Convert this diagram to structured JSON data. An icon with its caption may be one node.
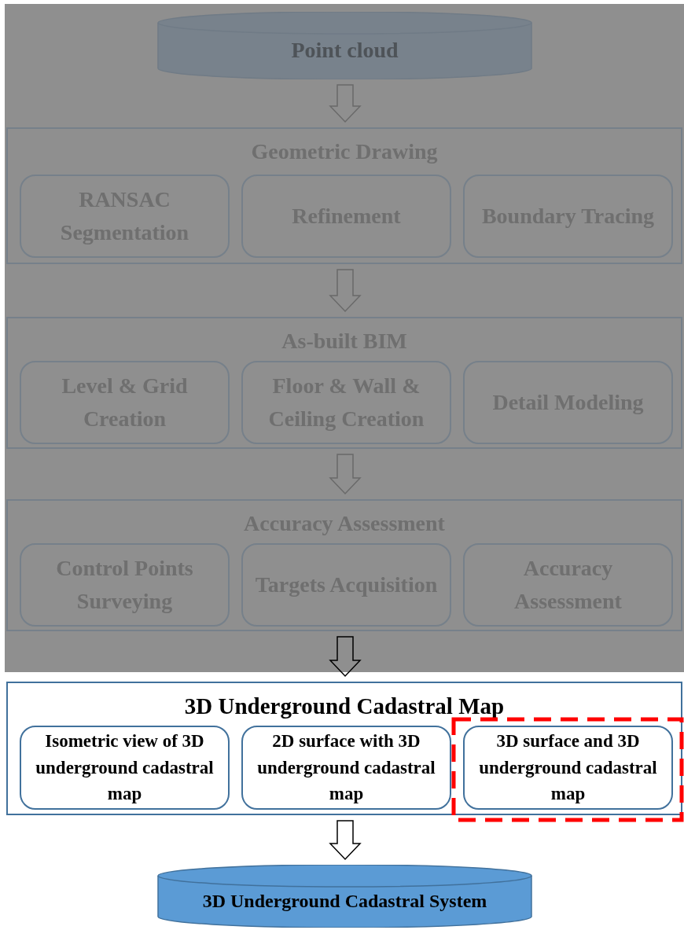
{
  "diagram": {
    "nodes": [
      {
        "text": [
          "Point cloud"
        ]
      },
      {
        "text": [
          "Geometric Drawing"
        ]
      },
      {
        "text": [
          "RANSAC Segmentation"
        ],
        "in": 1
      },
      {
        "text": [
          "Refinement"
        ],
        "in": 1
      },
      {
        "text": [
          "Boundary Tracing"
        ],
        "in": 1
      },
      {
        "text": [
          "As-built BIM"
        ]
      },
      {
        "text": [
          "Level & Grid Creation"
        ],
        "in": 5
      },
      {
        "text": [
          "Floor & Wall & Ceiling Creation"
        ],
        "in": 5
      },
      {
        "text": [
          "Detail Modeling"
        ],
        "in": 5
      },
      {
        "text": [
          "Accuracy Assessment"
        ]
      },
      {
        "text": [
          "Control Points Surveying"
        ],
        "in": 9
      },
      {
        "text": [
          "Targets Acquisition"
        ],
        "in": 9
      },
      {
        "text": [
          "Accuracy Assessment"
        ],
        "in": 9
      },
      {
        "text": [
          "3D Underground Cadastral Map"
        ]
      },
      {
        "text": [
          "Isometric view of 3D underground cadastral map"
        ],
        "in": 13
      },
      {
        "text": [
          "2D surface with 3D underground cadastral map"
        ],
        "in": 13
      },
      {
        "text": [
          "3D surface and 3D underground cadastral map"
        ],
        "in": 13
      },
      {
        "text": [
          "3D Underground Cadastral System"
        ]
      }
    ],
    "edges": [
      {
        "from": 0,
        "to": 1,
        "arrow": "to"
      },
      {
        "from": 1,
        "to": 5,
        "arrow": "to"
      },
      {
        "from": 5,
        "to": 9,
        "arrow": "to"
      },
      {
        "from": 9,
        "to": 13,
        "arrow": "to"
      },
      {
        "from": 13,
        "to": 17,
        "arrow": "to"
      }
    ]
  }
}
